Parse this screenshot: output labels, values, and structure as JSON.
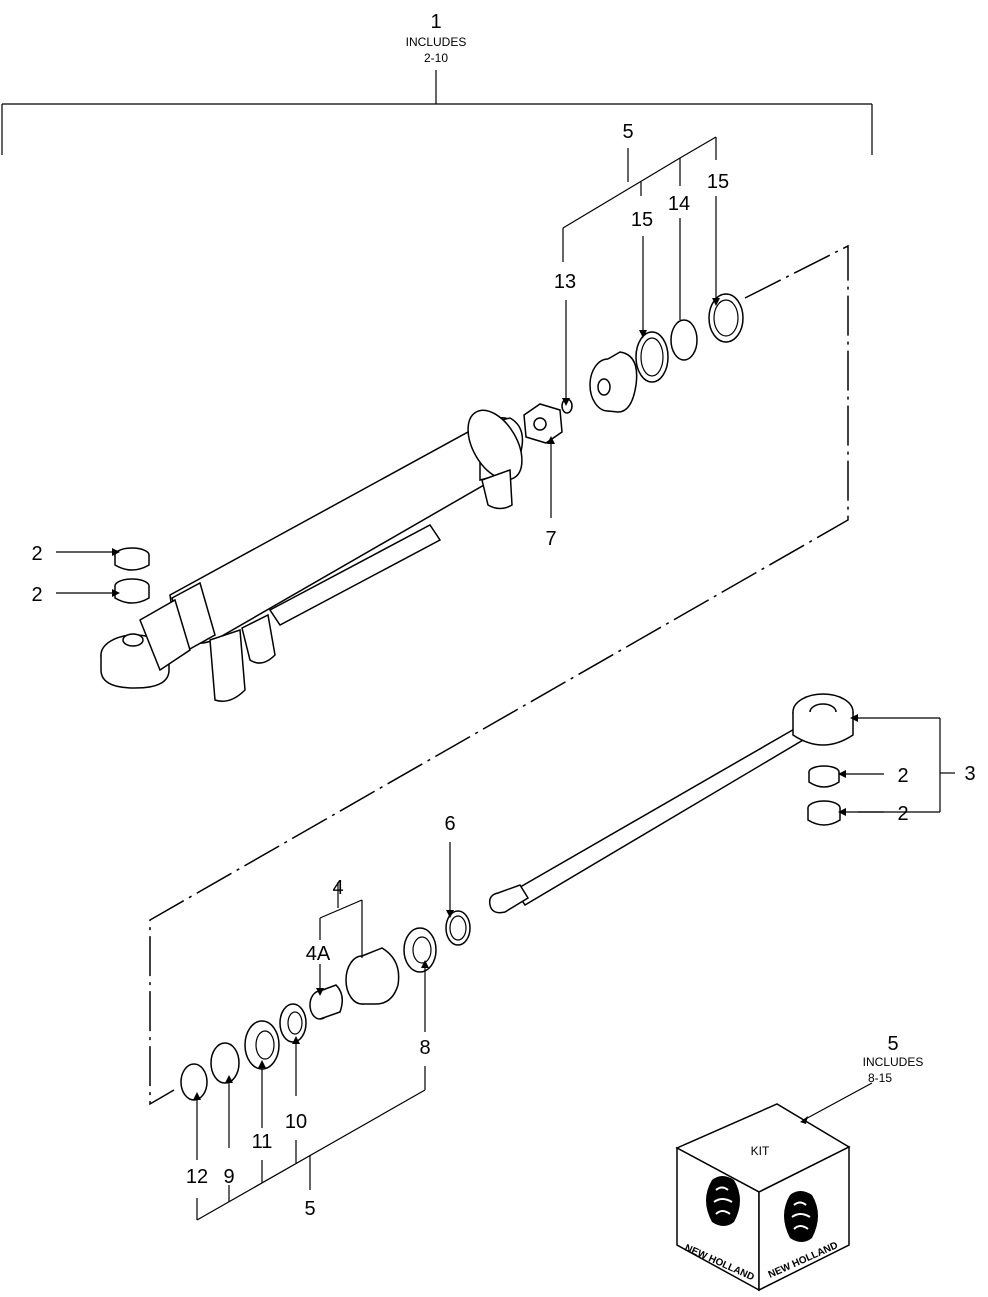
{
  "callouts": {
    "c1": "1",
    "c1_includes": "INCLUDES",
    "c1_range": "2-10",
    "c5_top": "5",
    "c15a": "15",
    "c15b": "15",
    "c14": "14",
    "c13": "13",
    "c7": "7",
    "c2a": "2",
    "c2b": "2",
    "c2c": "2",
    "c2d": "2",
    "c3": "3",
    "c6": "6",
    "c4": "4",
    "c4a": "4A",
    "c8": "8",
    "c10": "10",
    "c11": "11",
    "c9": "9",
    "c12": "12",
    "c5_bottom": "5",
    "c5_kit": "5",
    "c5_kit_includes": "INCLUDES",
    "c5_kit_range": "8-15"
  },
  "kit": {
    "label": "KIT",
    "brand_left": "NEW HOLLAND",
    "brand_right": "NEW HOLLAND"
  }
}
